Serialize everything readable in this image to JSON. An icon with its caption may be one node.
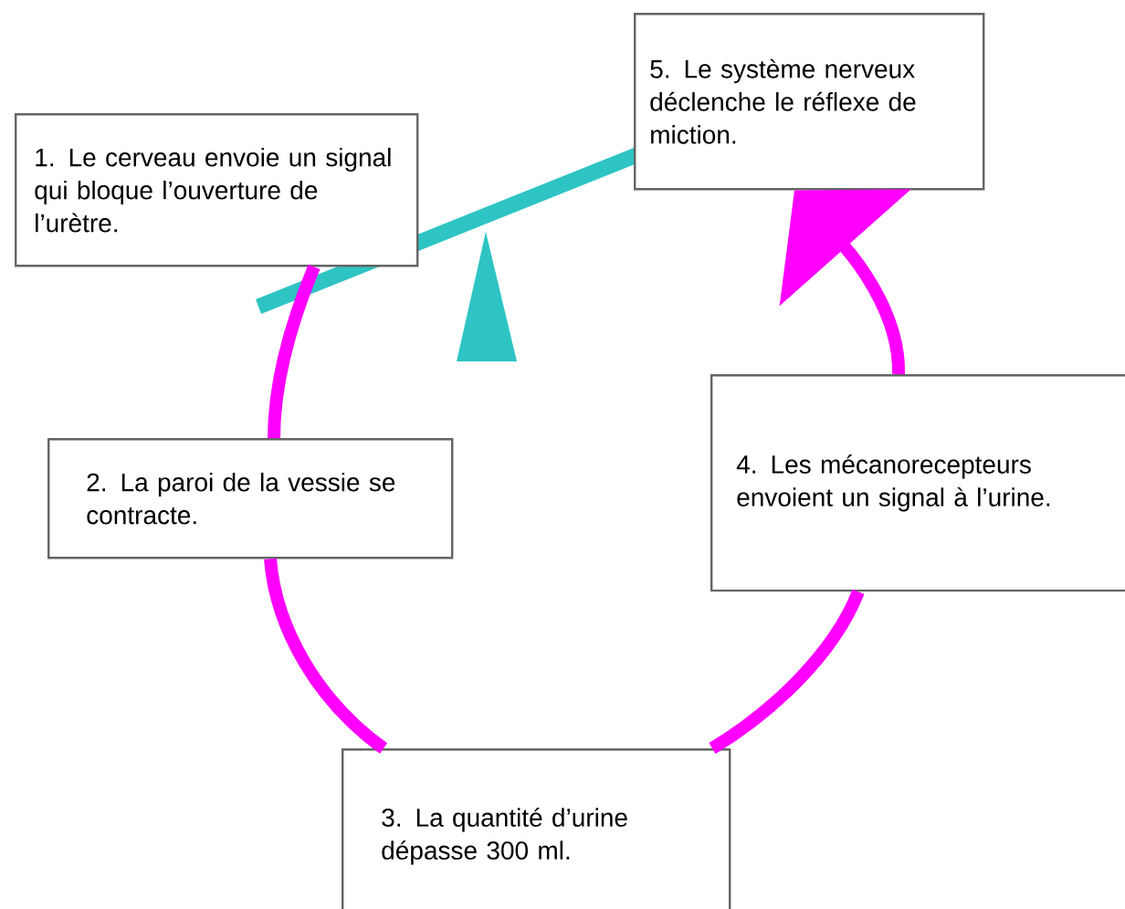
{
  "diagram": {
    "nodes": [
      {
        "text": [
          "1. Le cerveau envoie un signal qui bloque l’ouverture de l’urètre."
        ]
      },
      {
        "text": [
          "2. La paroi de la vessie se contracte."
        ]
      },
      {
        "text": [
          "3. La quantité d’urine dépasse 300 ml."
        ]
      },
      {
        "text": [
          "4. Les mécanorecepteurs envoient un signal à l’urine."
        ]
      },
      {
        "text": [
          "5. Le système nerveux déclenche le réflexe de miction."
        ]
      }
    ],
    "edges": [
      {
        "from": 1,
        "to": 0,
        "arrow": "none"
      },
      {
        "from": 2,
        "to": 1,
        "arrow": "none"
      },
      {
        "from": 2,
        "to": 3,
        "arrow": "none"
      },
      {
        "from": 3,
        "to": 4,
        "arrow": "to"
      }
    ]
  }
}
